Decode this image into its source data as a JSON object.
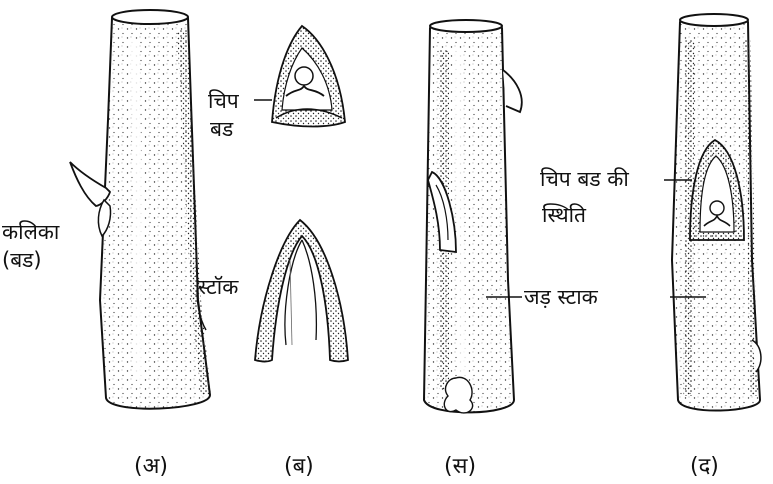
{
  "figure": {
    "panels": [
      {
        "caption": "(अ)"
      },
      {
        "caption": "(ब)"
      },
      {
        "caption": "(स)"
      },
      {
        "caption": "(द)"
      }
    ],
    "labels": {
      "chip_bud_line1": "चिप",
      "chip_bud_line2": "बड",
      "bud_line1": "कलिका",
      "bud_line2": "(बड)",
      "stock": "स्टॉक",
      "root_stock": "जड़ स्टाक",
      "chip_position_line1": "चिप बड की",
      "chip_position_line2": "स्थिति"
    }
  }
}
